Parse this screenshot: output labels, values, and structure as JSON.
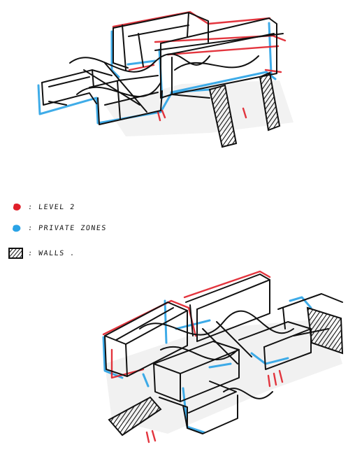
{
  "legend": {
    "items": [
      {
        "label": ": LEVEL 2",
        "color": "#e0202a",
        "swatch": "red-dot-icon"
      },
      {
        "label": ": PRIVATE ZONES",
        "color": "#2aa3e6",
        "swatch": "blue-dot-icon"
      },
      {
        "label": ": WALLS .",
        "color": "#111111",
        "swatch": "hatched-square-icon"
      }
    ]
  },
  "colors": {
    "ink": "#111111",
    "level2": "#e0202a",
    "private": "#2aa3e6",
    "shadow": "#ececec"
  }
}
